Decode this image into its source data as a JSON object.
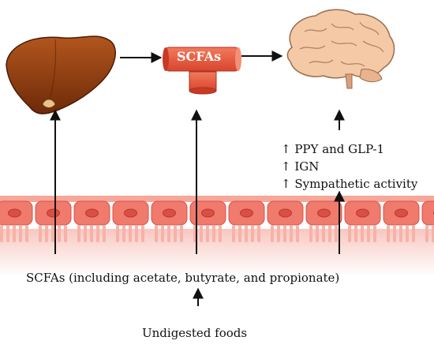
{
  "labels": {
    "scfas_node": "SCFAs",
    "scfas_types": "SCFAs (including acetate, butyrate, and propionate)",
    "source": "Undigested foods"
  },
  "effects": [
    "↑ PPY and GLP-1",
    "↑ IGN",
    "↑ Sympathetic activity"
  ],
  "icons": {
    "liver": "liver-icon",
    "brain": "brain-icon",
    "intestine": "intestinal-epithelium"
  },
  "colors": {
    "liver": "#8b3a0e",
    "scfa_pipe": "#e8583c",
    "cells": "#f07a6c",
    "cell_nucleus": "#d94f45",
    "villi": "#f6b2a9",
    "brain": "#f4c9a6"
  }
}
